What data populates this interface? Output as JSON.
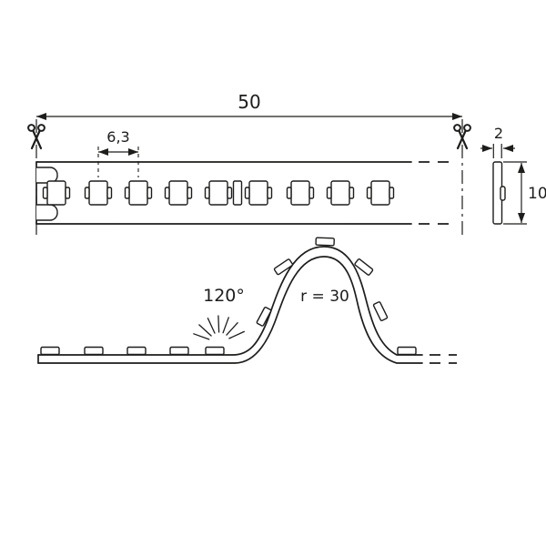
{
  "labels": {
    "strip_length": "50",
    "led_pitch": "6,3",
    "profile_width": "2",
    "profile_height": "10",
    "beam_angle": "120°",
    "bend_radius": "r = 30"
  },
  "icons": {
    "cut_left": "scissors-icon",
    "cut_right": "scissors-icon"
  },
  "colors": {
    "line": "#1d1d1b",
    "background": "#ffffff"
  }
}
